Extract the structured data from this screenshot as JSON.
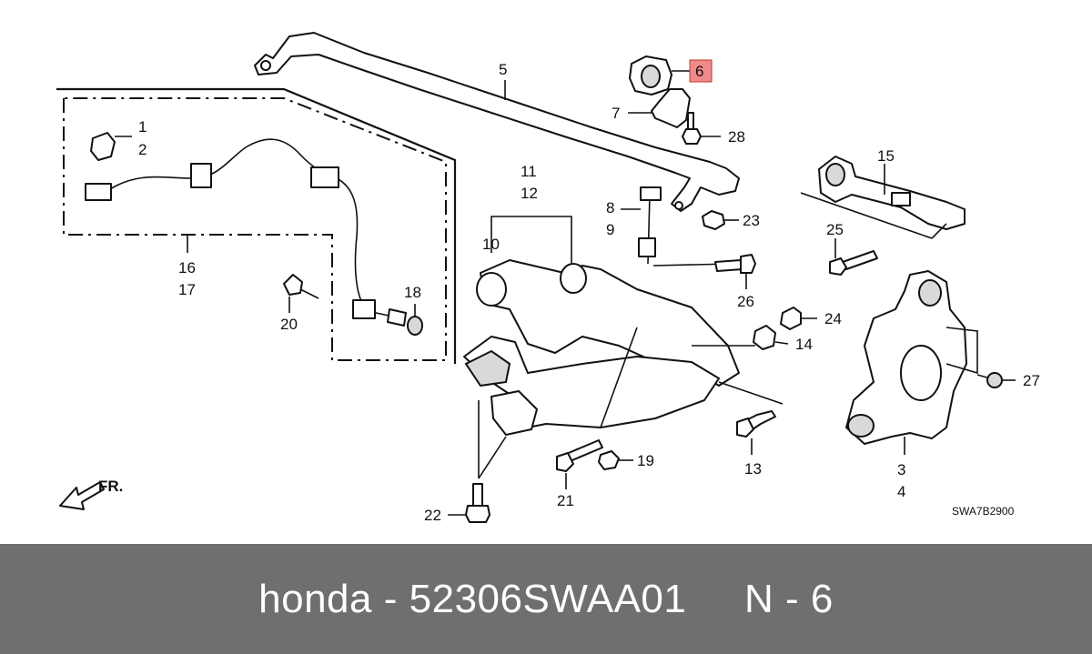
{
  "diagram": {
    "callouts": {
      "c1": "1",
      "c2": "2",
      "c3": "3",
      "c4": "4",
      "c5": "5",
      "c6": "6",
      "c7": "7",
      "c8": "8",
      "c9": "9",
      "c10": "10",
      "c11": "11",
      "c12": "12",
      "c13": "13",
      "c14": "14",
      "c15": "15",
      "c16": "16",
      "c17": "17",
      "c18": "18",
      "c19": "19",
      "c20": "20",
      "c21": "21",
      "c22": "22",
      "c23": "23",
      "c24": "24",
      "c25": "25",
      "c26": "26",
      "c27": "27",
      "c28": "28"
    },
    "highlighted_callout": "6",
    "highlight_color": "#f08a8a",
    "front_direction_label": "FR.",
    "diagram_code": "SWA7B2900"
  },
  "footer": {
    "brand": "honda",
    "separator": "-",
    "part_number": "52306SWAA01",
    "callout_ref": "N - 6",
    "background_color": "#6f6f6f"
  }
}
